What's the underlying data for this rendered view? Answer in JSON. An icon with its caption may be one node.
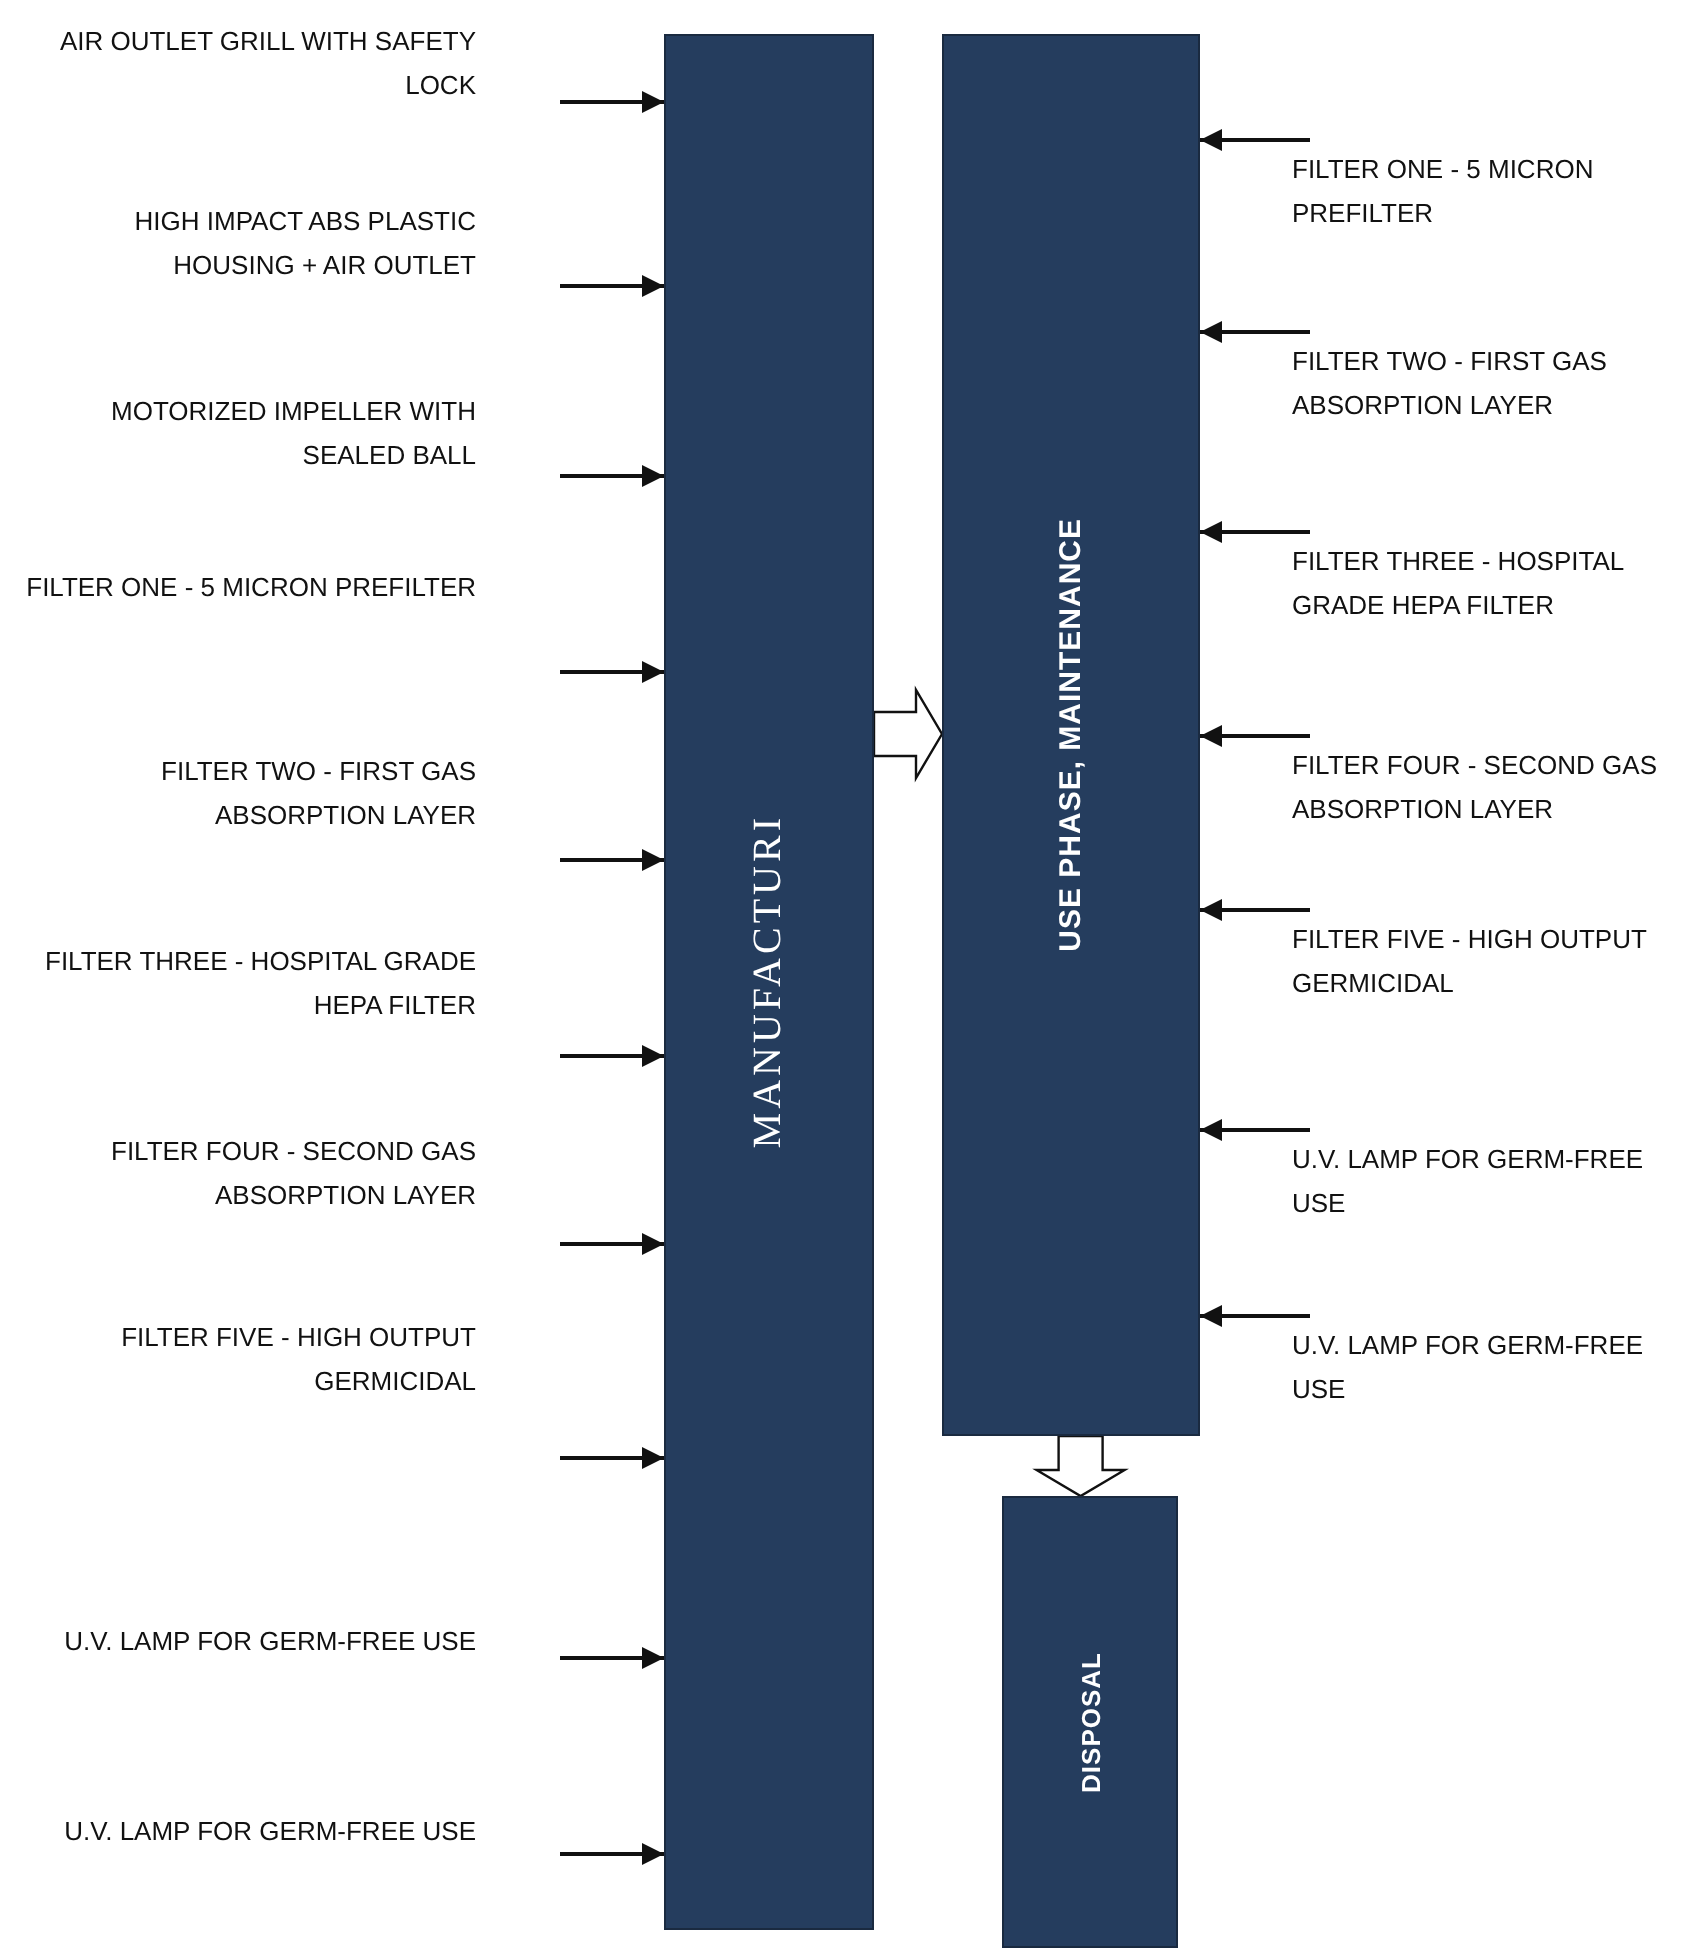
{
  "diagram": {
    "nodes": [
      {
        "text": [
          "MANUFACTURI"
        ]
      },
      {
        "text": [
          "USE PHASE, MAINTENANCE"
        ]
      },
      {
        "text": [
          "DISPOSAL"
        ]
      },
      {
        "text": [
          "AIR OUTLET GRILL WITH SAFETY LOCK"
        ]
      },
      {
        "text": [
          "HIGH IMPACT ABS PLASTIC HOUSING + AIR OUTLET"
        ]
      },
      {
        "text": [
          "MOTORIZED IMPELLER WITH SEALED BALL"
        ]
      },
      {
        "text": [
          "FILTER ONE - 5 MICRON PREFILTER"
        ]
      },
      {
        "text": [
          "FILTER TWO - FIRST GAS ABSORPTION LAYER"
        ]
      },
      {
        "text": [
          "FILTER THREE - HOSPITAL GRADE HEPA FILTER"
        ]
      },
      {
        "text": [
          "FILTER FOUR - SECOND GAS ABSORPTION LAYER"
        ]
      },
      {
        "text": [
          "FILTER FIVE - HIGH OUTPUT GERMICIDAL"
        ]
      },
      {
        "text": [
          "U.V. LAMP FOR GERM-FREE USE"
        ]
      },
      {
        "text": [
          "U.V. LAMP FOR GERM-FREE USE"
        ]
      },
      {
        "text": [
          "FILTER ONE - 5 MICRON PREFILTER"
        ]
      },
      {
        "text": [
          "FILTER TWO - FIRST GAS ABSORPTION LAYER"
        ]
      },
      {
        "text": [
          "FILTER THREE - HOSPITAL GRADE HEPA FILTER"
        ]
      },
      {
        "text": [
          "FILTER FOUR - SECOND GAS ABSORPTION LAYER"
        ]
      },
      {
        "text": [
          "FILTER FIVE - HIGH OUTPUT GERMICIDAL"
        ]
      },
      {
        "text": [
          "U.V. LAMP FOR GERM-FREE USE"
        ]
      },
      {
        "text": [
          "U.V. LAMP FOR GERM-FREE USE"
        ]
      }
    ],
    "edges": [
      {
        "from": 0,
        "to": 1,
        "arrow": "to",
        "style": "thick"
      },
      {
        "from": 1,
        "to": 2,
        "arrow": "to",
        "style": "thick"
      },
      {
        "from": 3,
        "to": 0,
        "arrow": "to"
      },
      {
        "from": 4,
        "to": 0,
        "arrow": "to"
      },
      {
        "from": 5,
        "to": 0,
        "arrow": "to"
      },
      {
        "from": 6,
        "to": 0,
        "arrow": "to"
      },
      {
        "from": 7,
        "to": 0,
        "arrow": "to"
      },
      {
        "from": 8,
        "to": 0,
        "arrow": "to"
      },
      {
        "from": 9,
        "to": 0,
        "arrow": "to"
      },
      {
        "from": 10,
        "to": 0,
        "arrow": "to"
      },
      {
        "from": 11,
        "to": 0,
        "arrow": "to"
      },
      {
        "from": 12,
        "to": 0,
        "arrow": "to"
      },
      {
        "from": 13,
        "to": 1,
        "arrow": "to"
      },
      {
        "from": 14,
        "to": 1,
        "arrow": "to"
      },
      {
        "from": 15,
        "to": 1,
        "arrow": "to"
      },
      {
        "from": 16,
        "to": 1,
        "arrow": "to"
      },
      {
        "from": 17,
        "to": 1,
        "arrow": "to"
      },
      {
        "from": 18,
        "to": 1,
        "arrow": "to"
      },
      {
        "from": 19,
        "to": 1,
        "arrow": "to"
      }
    ]
  }
}
